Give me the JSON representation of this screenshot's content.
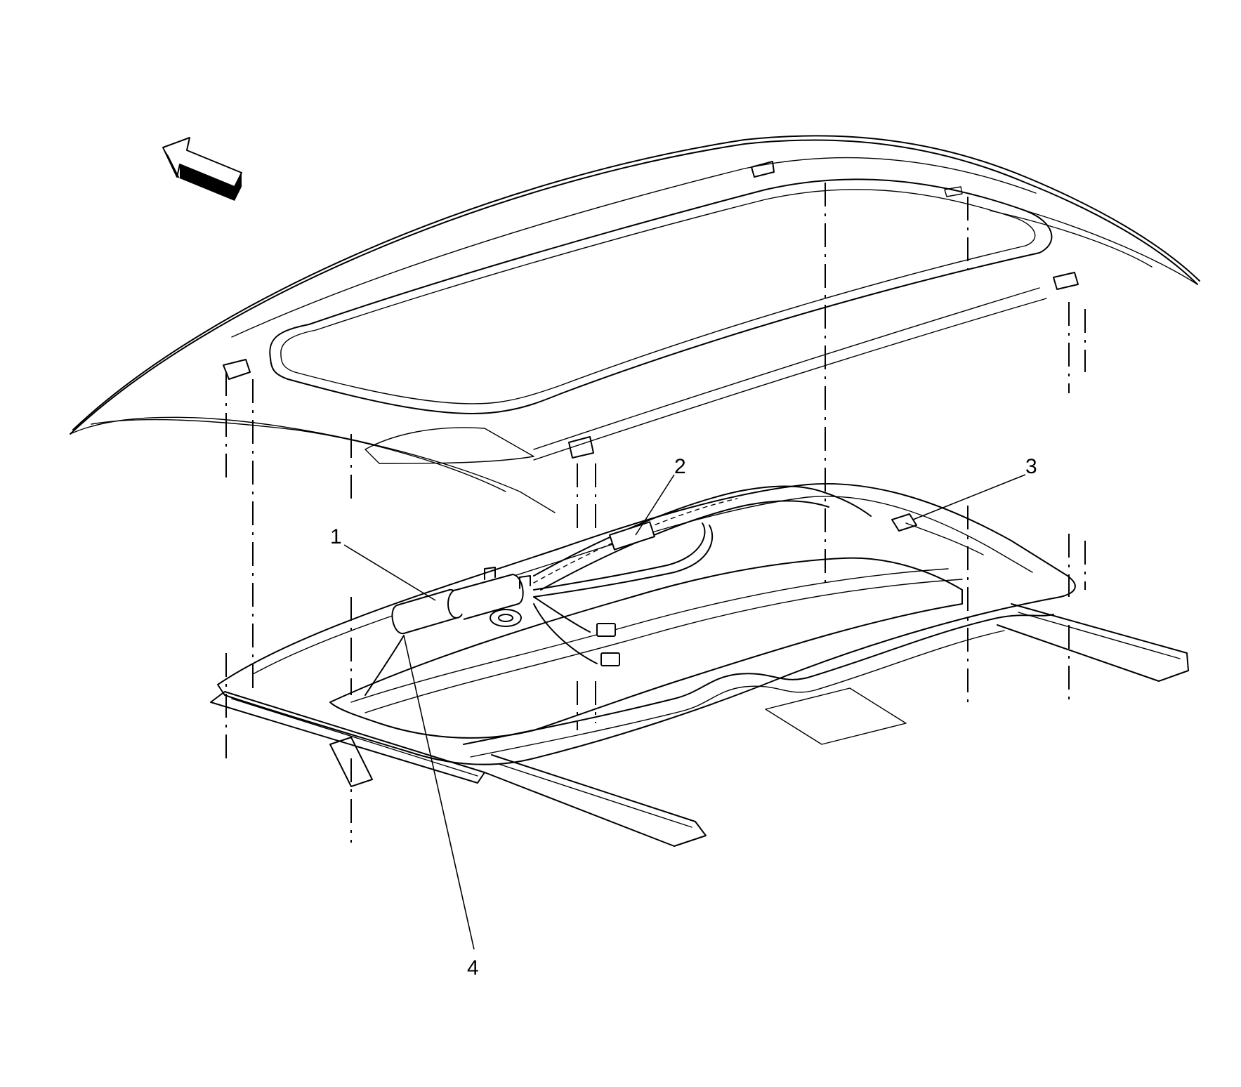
{
  "callouts": {
    "c1": "1",
    "c2": "2",
    "c3": "3",
    "c4": "4"
  },
  "icons": {
    "direction_arrow": "direction-arrow-icon"
  },
  "colors": {
    "line": "#000000",
    "background": "#ffffff"
  }
}
